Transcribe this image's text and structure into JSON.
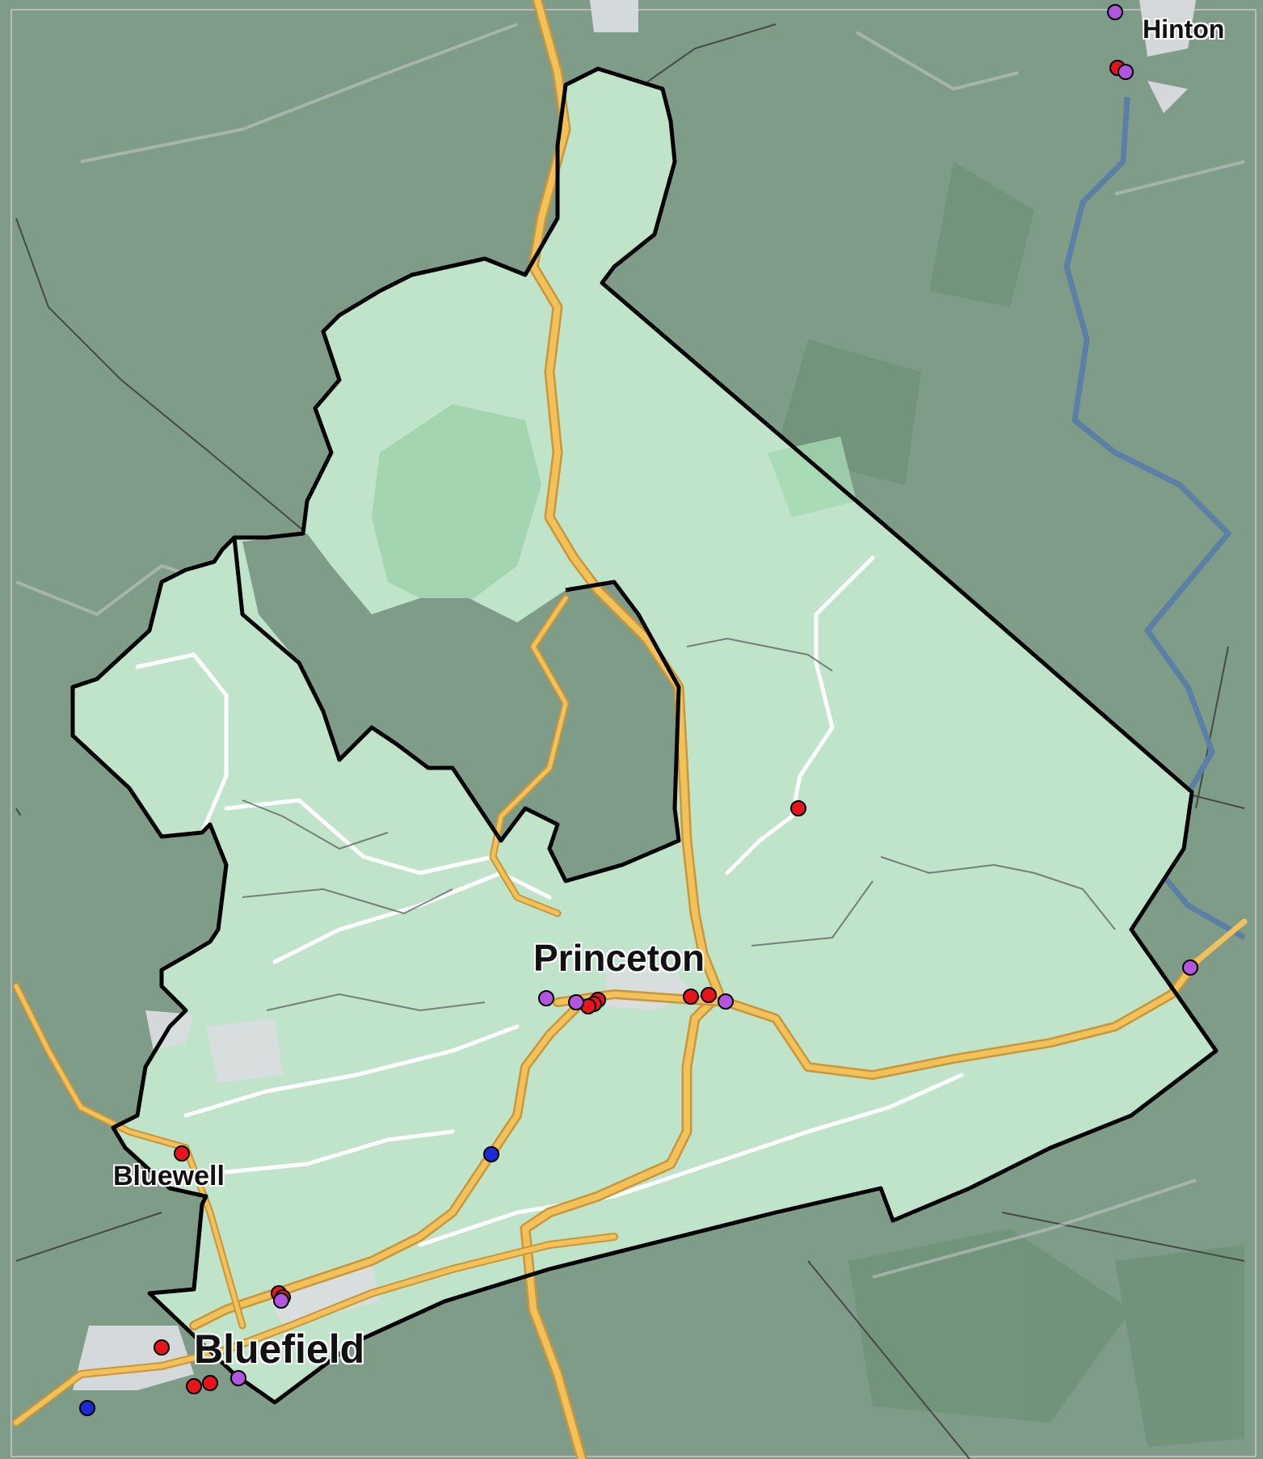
{
  "map": {
    "labels": {
      "princeton": "Princeton",
      "bluefield": "Bluefield",
      "bluewell": "Bluewell",
      "hinton": "Hinton"
    },
    "colors": {
      "background_terrain": "#7e9c88",
      "forest_dark": "#6f9278",
      "county_fill": "#bfe4c9",
      "park_fill": "#9ed3ad",
      "highway": "#f2c15a",
      "highway_edge": "#c9963a",
      "local_road": "#ffffff",
      "river": "#5b7fa5",
      "urban": "#d9dcdf",
      "boundary": "#000000",
      "marker_red": "#e8141b",
      "marker_purple": "#b255e0",
      "marker_blue": "#1b2bd6"
    },
    "markers": [
      {
        "color": "red"
      },
      {
        "color": "red"
      },
      {
        "color": "red"
      },
      {
        "color": "red"
      },
      {
        "color": "red"
      },
      {
        "color": "red"
      },
      {
        "color": "red"
      },
      {
        "color": "red"
      },
      {
        "color": "red"
      },
      {
        "color": "red"
      },
      {
        "color": "red"
      },
      {
        "color": "red"
      },
      {
        "color": "red"
      },
      {
        "color": "red"
      },
      {
        "color": "purple"
      },
      {
        "color": "purple"
      },
      {
        "color": "purple"
      },
      {
        "color": "purple"
      },
      {
        "color": "purple"
      },
      {
        "color": "purple"
      },
      {
        "color": "purple"
      },
      {
        "color": "purple"
      },
      {
        "color": "blue"
      },
      {
        "color": "blue"
      }
    ]
  }
}
